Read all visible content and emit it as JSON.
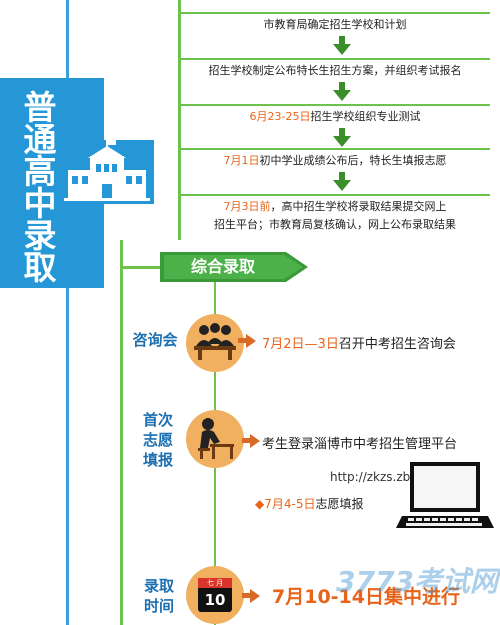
{
  "sidebar": {
    "title_chars": [
      "普",
      "通",
      "高",
      "中",
      "录",
      "取"
    ]
  },
  "steps": [
    {
      "prefix": "",
      "text": "市教育局确定招生学校和计划"
    },
    {
      "prefix": "",
      "text": "招生学校制定公布特长生招生方案，并组织考试报名"
    },
    {
      "prefix": "6月23-25日",
      "text": "招生学校组织专业测试"
    },
    {
      "prefix": "7月1日",
      "text": "初中学业成绩公布后，特长生填报志愿"
    },
    {
      "prefix": "7月3日前",
      "text": "，高中招生学校将录取结果提交网上",
      "line2": "招生平台；市教育局复核确认，网上公布录取结果"
    }
  ],
  "banner": {
    "label": "综合录取"
  },
  "items": [
    {
      "label": "咨询会",
      "prefix": "7月2日—3日",
      "text": "召开中考招生咨询会"
    },
    {
      "label_lines": [
        "首次",
        "志愿",
        "填报"
      ],
      "text": "考生登录淄博市中考招生管理平台",
      "url": "http://zkzs.zbedu.net",
      "sub_prefix": "◆7月4-5日",
      "sub_text": "志愿填报"
    },
    {
      "label_lines": [
        "录取",
        "时间"
      ],
      "prefix": "7月10-14日",
      "text": "集中进行",
      "calendar_month": "七 月",
      "calendar_day": "10"
    }
  ],
  "watermark": "3773考试网"
}
